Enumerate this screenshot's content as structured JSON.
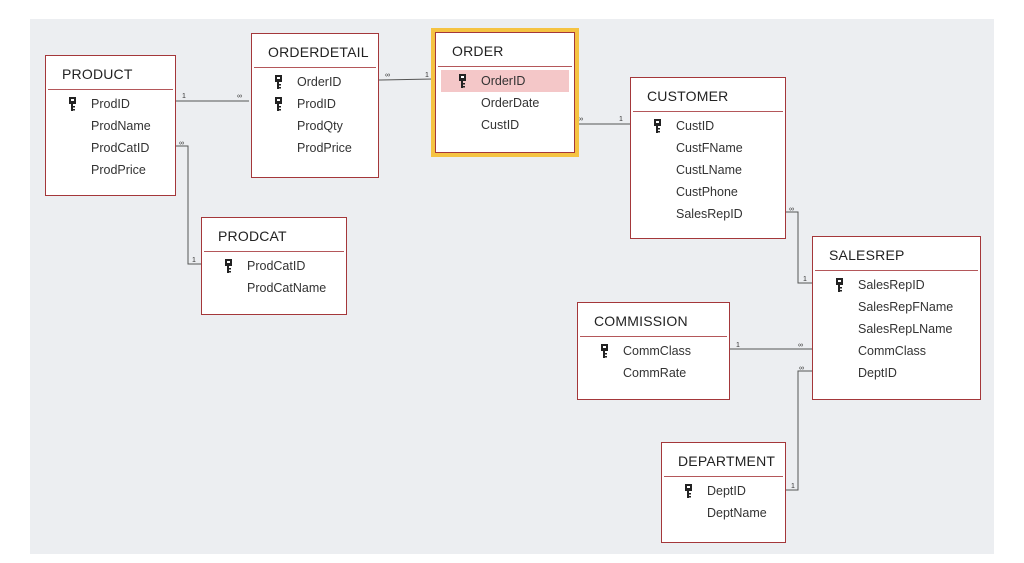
{
  "tables": [
    {
      "id": "product",
      "title": "PRODUCT",
      "fields": [
        {
          "name": "ProdID",
          "key": true
        },
        {
          "name": "ProdName"
        },
        {
          "name": "ProdCatID"
        },
        {
          "name": "ProdPrice"
        }
      ]
    },
    {
      "id": "orderdetail",
      "title": "ORDERDETAIL",
      "fields": [
        {
          "name": "OrderID",
          "key": true
        },
        {
          "name": "ProdID",
          "key": true
        },
        {
          "name": "ProdQty"
        },
        {
          "name": "ProdPrice"
        }
      ]
    },
    {
      "id": "order",
      "title": "ORDER",
      "selected": true,
      "fields": [
        {
          "name": "OrderID",
          "key": true,
          "highlighted": true
        },
        {
          "name": "OrderDate"
        },
        {
          "name": "CustID"
        }
      ]
    },
    {
      "id": "customer",
      "title": "CUSTOMER",
      "fields": [
        {
          "name": "CustID",
          "key": true
        },
        {
          "name": "CustFName"
        },
        {
          "name": "CustLName"
        },
        {
          "name": "CustPhone"
        },
        {
          "name": "SalesRepID"
        }
      ]
    },
    {
      "id": "prodcat",
      "title": "PRODCAT",
      "fields": [
        {
          "name": "ProdCatID",
          "key": true
        },
        {
          "name": "ProdCatName"
        }
      ]
    },
    {
      "id": "salesrep",
      "title": "SALESREP",
      "fields": [
        {
          "name": "SalesRepID",
          "key": true
        },
        {
          "name": "SalesRepFName"
        },
        {
          "name": "SalesRepLName"
        },
        {
          "name": "CommClass"
        },
        {
          "name": "DeptID"
        }
      ]
    },
    {
      "id": "commission",
      "title": "COMMISSION",
      "fields": [
        {
          "name": "CommClass",
          "key": true
        },
        {
          "name": "CommRate"
        }
      ]
    },
    {
      "id": "department",
      "title": "DEPARTMENT",
      "fields": [
        {
          "name": "DeptID",
          "key": true
        },
        {
          "name": "DeptName"
        }
      ]
    }
  ],
  "relationships": [
    {
      "from": "PRODUCT.ProdID",
      "to": "ORDERDETAIL.ProdID",
      "one": "1",
      "many": "∞"
    },
    {
      "from": "ORDER.OrderID",
      "to": "ORDERDETAIL.OrderID",
      "one": "1",
      "many": "∞"
    },
    {
      "from": "CUSTOMER.CustID",
      "to": "ORDER.CustID",
      "one": "1",
      "many": "∞"
    },
    {
      "from": "PRODCAT.ProdCatID",
      "to": "PRODUCT.ProdCatID",
      "one": "1",
      "many": "∞"
    },
    {
      "from": "SALESREP.SalesRepID",
      "to": "CUSTOMER.SalesRepID",
      "one": "1",
      "many": "∞"
    },
    {
      "from": "COMMISSION.CommClass",
      "to": "SALESREP.CommClass",
      "one": "1",
      "many": "∞"
    },
    {
      "from": "DEPARTMENT.DeptID",
      "to": "SALESREP.DeptID",
      "one": "1",
      "many": "∞"
    }
  ],
  "colors": {
    "border": "#a4373a",
    "selection": "#f5c342",
    "highlight": "#f4c7c8",
    "canvas": "#eceef1"
  },
  "icons": {
    "primary_key": "key-icon"
  }
}
